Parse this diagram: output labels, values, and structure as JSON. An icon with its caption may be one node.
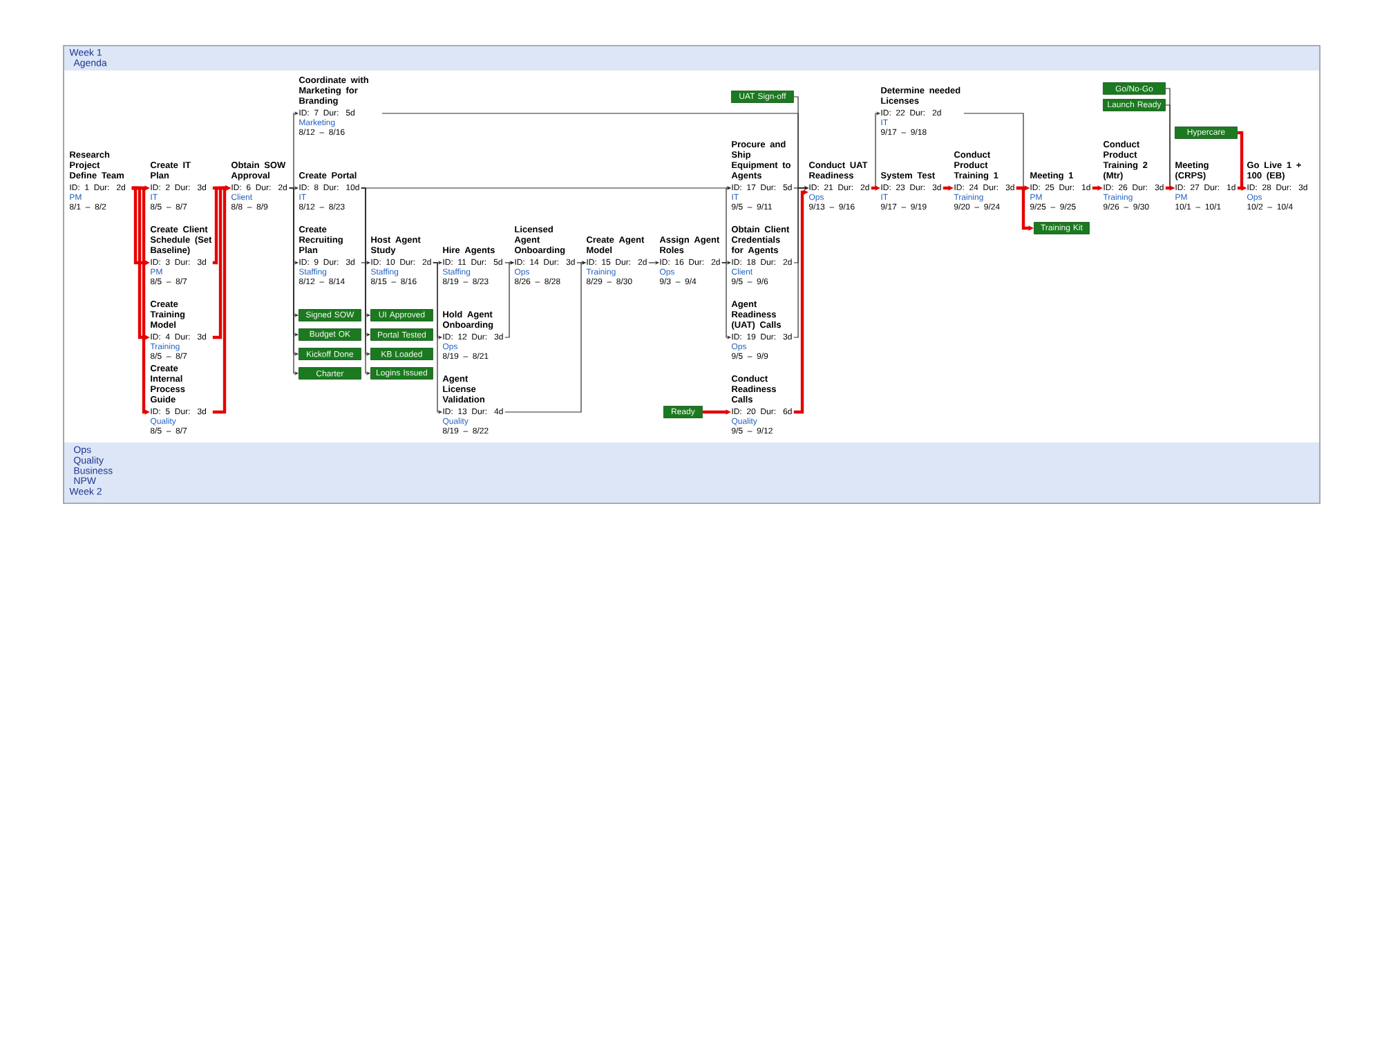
{
  "diagram": {
    "nodes": [
      {
        "text": [
          "Research Project Define Team",
          "ID: 1 Dur: 2d",
          "PM",
          "8/1 – 8/2"
        ]
      },
      {
        "text": [
          "Create IT Plan",
          "ID: 2 Dur: 3d",
          "IT",
          "8/5 – 8/7"
        ]
      },
      {
        "text": [
          "Create Client Schedule (Set Baseline)",
          "ID: 3 Dur: 3d",
          "PM",
          "8/5 – 8/7"
        ]
      },
      {
        "text": [
          "Create Training Model",
          "ID: 4 Dur: 3d",
          "Training",
          "8/5 – 8/7"
        ]
      },
      {
        "text": [
          "Create Internal Process Guide",
          "ID: 5 Dur: 3d",
          "Quality",
          "8/5 – 8/7"
        ]
      },
      {
        "text": [
          "Obtain SOW Approval",
          "ID: 6 Dur: 2d",
          "Client",
          "8/8 – 8/9"
        ]
      },
      {
        "text": [
          "Coordinate with Marketing for Branding",
          "ID: 7 Dur: 5d",
          "Marketing",
          "8/12 – 8/16"
        ]
      },
      {
        "text": [
          "Create Portal",
          "ID: 8 Dur: 10d",
          "IT",
          "8/12 – 8/23"
        ]
      },
      {
        "text": [
          "Create Recruiting Plan",
          "ID: 9 Dur: 3d",
          "Staffing",
          "8/12 – 8/14"
        ]
      },
      {
        "text": [
          "Host Agent Study",
          "ID: 10 Dur: 2d",
          "Staffing",
          "8/15 – 8/16"
        ]
      },
      {
        "text": [
          "Hire Agents",
          "ID: 11 Dur: 5d",
          "Staffing",
          "8/19 – 8/23"
        ]
      },
      {
        "text": [
          "Hold Agent Onboarding",
          "ID: 12 Dur: 3d",
          "Ops",
          "8/19 – 8/21"
        ]
      },
      {
        "text": [
          "Agent License Validation",
          "ID: 13 Dur: 4d",
          "Quality",
          "8/19 – 8/22"
        ]
      },
      {
        "text": [
          "Licensed Agent Onboarding",
          "ID: 14 Dur: 3d",
          "Ops",
          "8/26 – 8/28"
        ]
      },
      {
        "text": [
          "Create Agent Model",
          "ID: 15 Dur: 2d",
          "Training",
          "8/29 – 8/30"
        ]
      },
      {
        "text": [
          "Assign Agent Roles",
          "ID: 16 Dur: 2d",
          "Ops",
          "9/3 – 9/4"
        ]
      },
      {
        "text": [
          "Procure and Ship Equipment to Agents",
          "ID: 17 Dur: 5d",
          "IT",
          "9/5 – 9/11"
        ]
      },
      {
        "text": [
          "Obtain Client Credentials for Agents",
          "ID: 18 Dur: 2d",
          "Client",
          "9/5 – 9/6"
        ]
      },
      {
        "text": [
          "Agent Readiness (UAT) Calls",
          "ID: 19 Dur: 3d",
          "Ops",
          "9/5 – 9/9"
        ]
      },
      {
        "text": [
          "Conduct Readiness Calls",
          "ID: 20 Dur: 6d",
          "Quality",
          "9/5 – 9/12"
        ]
      },
      {
        "text": [
          "Conduct UAT Readiness",
          "ID: 21 Dur: 2d",
          "Ops",
          "9/13 – 9/16"
        ]
      },
      {
        "text": [
          "Determine needed Licenses",
          "ID: 22 Dur: 2d",
          "IT",
          "9/17 – 9/18"
        ]
      },
      {
        "text": [
          "System Test",
          "ID: 23 Dur: 3d",
          "IT",
          "9/17 – 9/19"
        ]
      },
      {
        "text": [
          "Conduct Product Training 1",
          "ID: 24 Dur: 3d",
          "Training",
          "9/20 – 9/24"
        ]
      },
      {
        "text": [
          "Meeting 1",
          "ID: 25 Dur: 1d",
          "PM",
          "9/25 – 9/25"
        ]
      },
      {
        "text": [
          "Conduct Product Training 2 (Mtr)",
          "ID: 26 Dur: 3d",
          "Training",
          "9/26 – 9/30"
        ]
      },
      {
        "text": [
          "Meeting (CRPS)",
          "ID: 27 Dur: 1d",
          "PM",
          "10/1 – 10/1"
        ]
      },
      {
        "text": [
          "Go Live 1 + 100 (EB)",
          "ID: 28 Dur: 3d",
          "Ops",
          "10/2 – 10/4"
        ]
      },
      {
        "text": [
          "Signed SOW"
        ]
      },
      {
        "text": [
          "Budget OK"
        ]
      },
      {
        "text": [
          "Kickoff Done"
        ]
      },
      {
        "text": [
          "Charter"
        ]
      },
      {
        "text": [
          "UI Approved"
        ]
      },
      {
        "text": [
          "Portal Tested"
        ]
      },
      {
        "text": [
          "KB Loaded"
        ]
      },
      {
        "text": [
          "Logins Issued"
        ]
      },
      {
        "text": [
          "Ready"
        ]
      },
      {
        "text": [
          "UAT Sign-off"
        ]
      },
      {
        "text": [
          "Training Kit"
        ]
      },
      {
        "text": [
          "Go/No-Go"
        ]
      },
      {
        "text": [
          "Launch Ready"
        ]
      },
      {
        "text": [
          "Hypercare"
        ]
      }
    ],
    "edges": [
      {
        "from": 0,
        "to": 1,
        "arrow": "to",
        "style": "thick",
        "color": "#e60000"
      },
      {
        "from": 0,
        "to": 2,
        "arrow": "to",
        "style": "thick",
        "color": "#e60000"
      },
      {
        "from": 0,
        "to": 3,
        "arrow": "to",
        "style": "thick",
        "color": "#e60000"
      },
      {
        "from": 0,
        "to": 4,
        "arrow": "to",
        "style": "thick",
        "color": "#e60000"
      },
      {
        "from": 1,
        "to": 5,
        "arrow": "to",
        "style": "thick",
        "color": "#e60000"
      },
      {
        "from": 2,
        "to": 5,
        "arrow": "to",
        "style": "thick",
        "color": "#e60000"
      },
      {
        "from": 3,
        "to": 5,
        "arrow": "to",
        "style": "thick",
        "color": "#e60000"
      },
      {
        "from": 4,
        "to": 5,
        "arrow": "to",
        "style": "thick",
        "color": "#e60000"
      },
      {
        "from": 5,
        "to": 28,
        "arrow": "to"
      },
      {
        "from": 5,
        "to": 29,
        "arrow": "to"
      },
      {
        "from": 5,
        "to": 30,
        "arrow": "to"
      },
      {
        "from": 5,
        "to": 31,
        "arrow": "to"
      },
      {
        "from": 5,
        "to": 6,
        "arrow": "to"
      },
      {
        "from": 5,
        "to": 7,
        "arrow": "to"
      },
      {
        "from": 5,
        "to": 8,
        "arrow": "to"
      },
      {
        "from": 7,
        "to": 32,
        "arrow": "to"
      },
      {
        "from": 7,
        "to": 33,
        "arrow": "to"
      },
      {
        "from": 7,
        "to": 34,
        "arrow": "to"
      },
      {
        "from": 7,
        "to": 35,
        "arrow": "to"
      },
      {
        "from": 6,
        "to": 20,
        "arrow": "to"
      },
      {
        "from": 7,
        "to": 16,
        "arrow": "to"
      },
      {
        "from": 8,
        "to": 9,
        "arrow": "to"
      },
      {
        "from": 9,
        "to": 10,
        "arrow": "to"
      },
      {
        "from": 9,
        "to": 11,
        "arrow": "to"
      },
      {
        "from": 9,
        "to": 12,
        "arrow": "to"
      },
      {
        "from": 10,
        "to": 13,
        "arrow": "to"
      },
      {
        "from": 11,
        "to": 13,
        "arrow": "to"
      },
      {
        "from": 13,
        "to": 14,
        "arrow": "to"
      },
      {
        "from": 12,
        "to": 14,
        "arrow": "to"
      },
      {
        "from": 14,
        "to": 15,
        "arrow": "to"
      },
      {
        "from": 15,
        "to": 16,
        "arrow": "to"
      },
      {
        "from": 15,
        "to": 17,
        "arrow": "to"
      },
      {
        "from": 15,
        "to": 18,
        "arrow": "to"
      },
      {
        "from": 36,
        "to": 19,
        "arrow": "to",
        "style": "thick",
        "color": "#e60000"
      },
      {
        "from": 16,
        "to": 20,
        "arrow": "to"
      },
      {
        "from": 17,
        "to": 20,
        "arrow": "to"
      },
      {
        "from": 18,
        "to": 20,
        "arrow": "to"
      },
      {
        "from": 19,
        "to": 20,
        "arrow": "to",
        "style": "thick",
        "color": "#e60000"
      },
      {
        "from": 37,
        "to": 20,
        "arrow": "to"
      },
      {
        "from": 20,
        "to": 21,
        "arrow": "to"
      },
      {
        "from": 20,
        "to": 22,
        "arrow": "to",
        "style": "thick",
        "color": "#e60000"
      },
      {
        "from": 21,
        "to": 24,
        "arrow": "to"
      },
      {
        "from": 22,
        "to": 23,
        "arrow": "to",
        "style": "thick",
        "color": "#e60000"
      },
      {
        "from": 23,
        "to": 24,
        "arrow": "to",
        "style": "thick",
        "color": "#e60000"
      },
      {
        "from": 23,
        "to": 38,
        "arrow": "to",
        "style": "thick",
        "color": "#e60000"
      },
      {
        "from": 24,
        "to": 25,
        "arrow": "to",
        "style": "thick",
        "color": "#e60000"
      },
      {
        "from": 25,
        "to": 26,
        "arrow": "to",
        "style": "thick",
        "color": "#e60000"
      },
      {
        "from": 39,
        "to": 26,
        "arrow": "to"
      },
      {
        "from": 40,
        "to": 26,
        "arrow": "to"
      },
      {
        "from": 26,
        "to": 27,
        "arrow": "to",
        "style": "thick",
        "color": "#e60000"
      },
      {
        "from": 41,
        "to": 27,
        "arrow": "to",
        "style": "thick",
        "color": "#e60000"
      }
    ],
    "labels": [
      "Week 1",
      "Agenda",
      "Ops",
      "Quality",
      "Business",
      "NPW",
      "Week 2"
    ]
  }
}
